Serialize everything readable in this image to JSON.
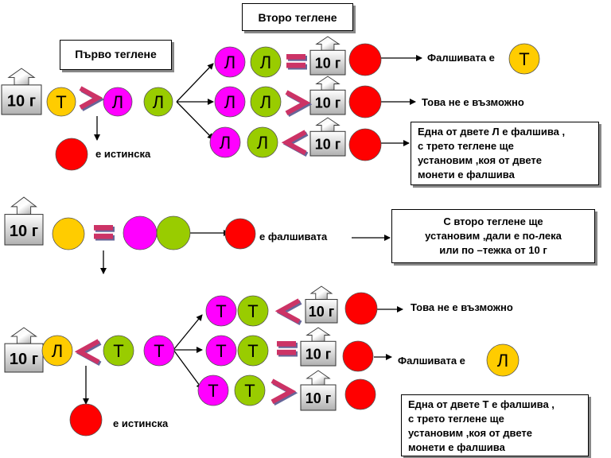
{
  "letters": {
    "t": "Т",
    "l": "Л"
  },
  "weight_label": "10 г",
  "titles": {
    "first": "Първо теглене",
    "second": "Второ теглене"
  },
  "labels": {
    "fake_is": "Фалшивата е",
    "impossible": "Това не е възможно",
    "is_genuine": "е истинска",
    "is_fake": "е фалшивата"
  },
  "notes": {
    "l_fake": [
      "Една от двете Л е фалшива ,",
      "с трето теглене ще",
      "установим ,коя от двете",
      "монети е фалшива"
    ],
    "second_weighing": [
      "С второ теглене ще",
      "установим ,дали е по-лека",
      "или по –тежка от 10 г"
    ],
    "t_fake": [
      "Една от двете Т е фалшива ,",
      "с трето теглене ще",
      "установим ,коя от двете",
      "монети е фалшива"
    ]
  },
  "colors": {
    "yellow": "#FFCC00",
    "magenta": "#FF00FF",
    "green": "#99CC00",
    "red": "#FF0000",
    "sign": "#CC3366",
    "sign_shadow": "#666699"
  }
}
